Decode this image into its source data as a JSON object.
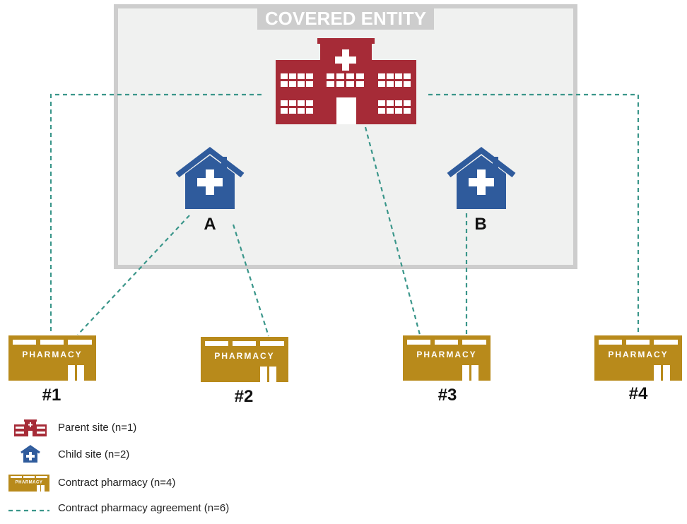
{
  "colors": {
    "parent": "#a62b37",
    "child": "#2f5b9c",
    "pharmacy": "#b88a1b",
    "line": "#3a968a",
    "entity_fill": "#f0f1f0",
    "entity_border": "#cdcdcd"
  },
  "covered_entity": {
    "label": "COVERED ENTITY"
  },
  "parent_site": {
    "icon": "hospital-icon"
  },
  "child_sites": [
    {
      "label": "A",
      "icon": "house-medical-icon"
    },
    {
      "label": "B",
      "icon": "house-medical-icon"
    }
  ],
  "pharmacies": [
    {
      "sign": "PHARMACY",
      "label": "#1",
      "icon": "pharmacy-icon"
    },
    {
      "sign": "PHARMACY",
      "label": "#2",
      "icon": "pharmacy-icon"
    },
    {
      "sign": "PHARMACY",
      "label": "#3",
      "icon": "pharmacy-icon"
    },
    {
      "sign": "PHARMACY",
      "label": "#4",
      "icon": "pharmacy-icon"
    }
  ],
  "legend": {
    "parent": "Parent site (n=1)",
    "child": "Child site (n=2)",
    "pharmacy": "Contract pharmacy (n=4)",
    "pharmacy_sign": "PHARMACY",
    "agreement": "Contract pharmacy agreement (n=6)"
  }
}
